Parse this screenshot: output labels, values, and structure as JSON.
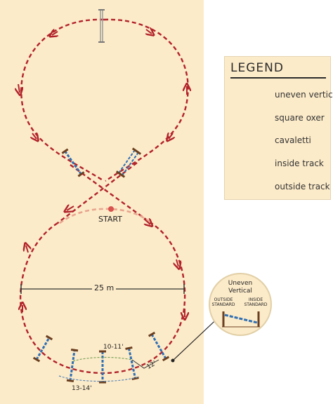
{
  "diagram": {
    "start_label": "START",
    "distance_label": "25 m",
    "spacing_labels": [
      "10-11'",
      "13-14'",
      "12'"
    ]
  },
  "legend": {
    "title": "LEGEND",
    "items": [
      {
        "icon": "uneven-vertical-icon",
        "label": "uneven vertical"
      },
      {
        "icon": "square-oxer-icon",
        "label": "square oxer"
      },
      {
        "icon": "cavaletti-icon",
        "label": "cavaletti"
      },
      {
        "icon": "inside-track-icon",
        "label": "inside track"
      },
      {
        "icon": "outside-track-icon",
        "label": "outside track"
      }
    ]
  },
  "inset": {
    "title_line1": "Uneven",
    "title_line2": "Vertical",
    "left_line1": "OUTSIDE",
    "left_line2": "STANDARD",
    "right_line1": "INSIDE",
    "right_line2": "STANDARD"
  },
  "colors": {
    "arena": "#fcebc9",
    "track": "#b2232a",
    "start_track": "#e8a58f",
    "pole_blue": "#2f6fb3",
    "standard": "#6b3f1f",
    "inside_track": "#7aa35a",
    "outside_track": "#5b88b8"
  }
}
